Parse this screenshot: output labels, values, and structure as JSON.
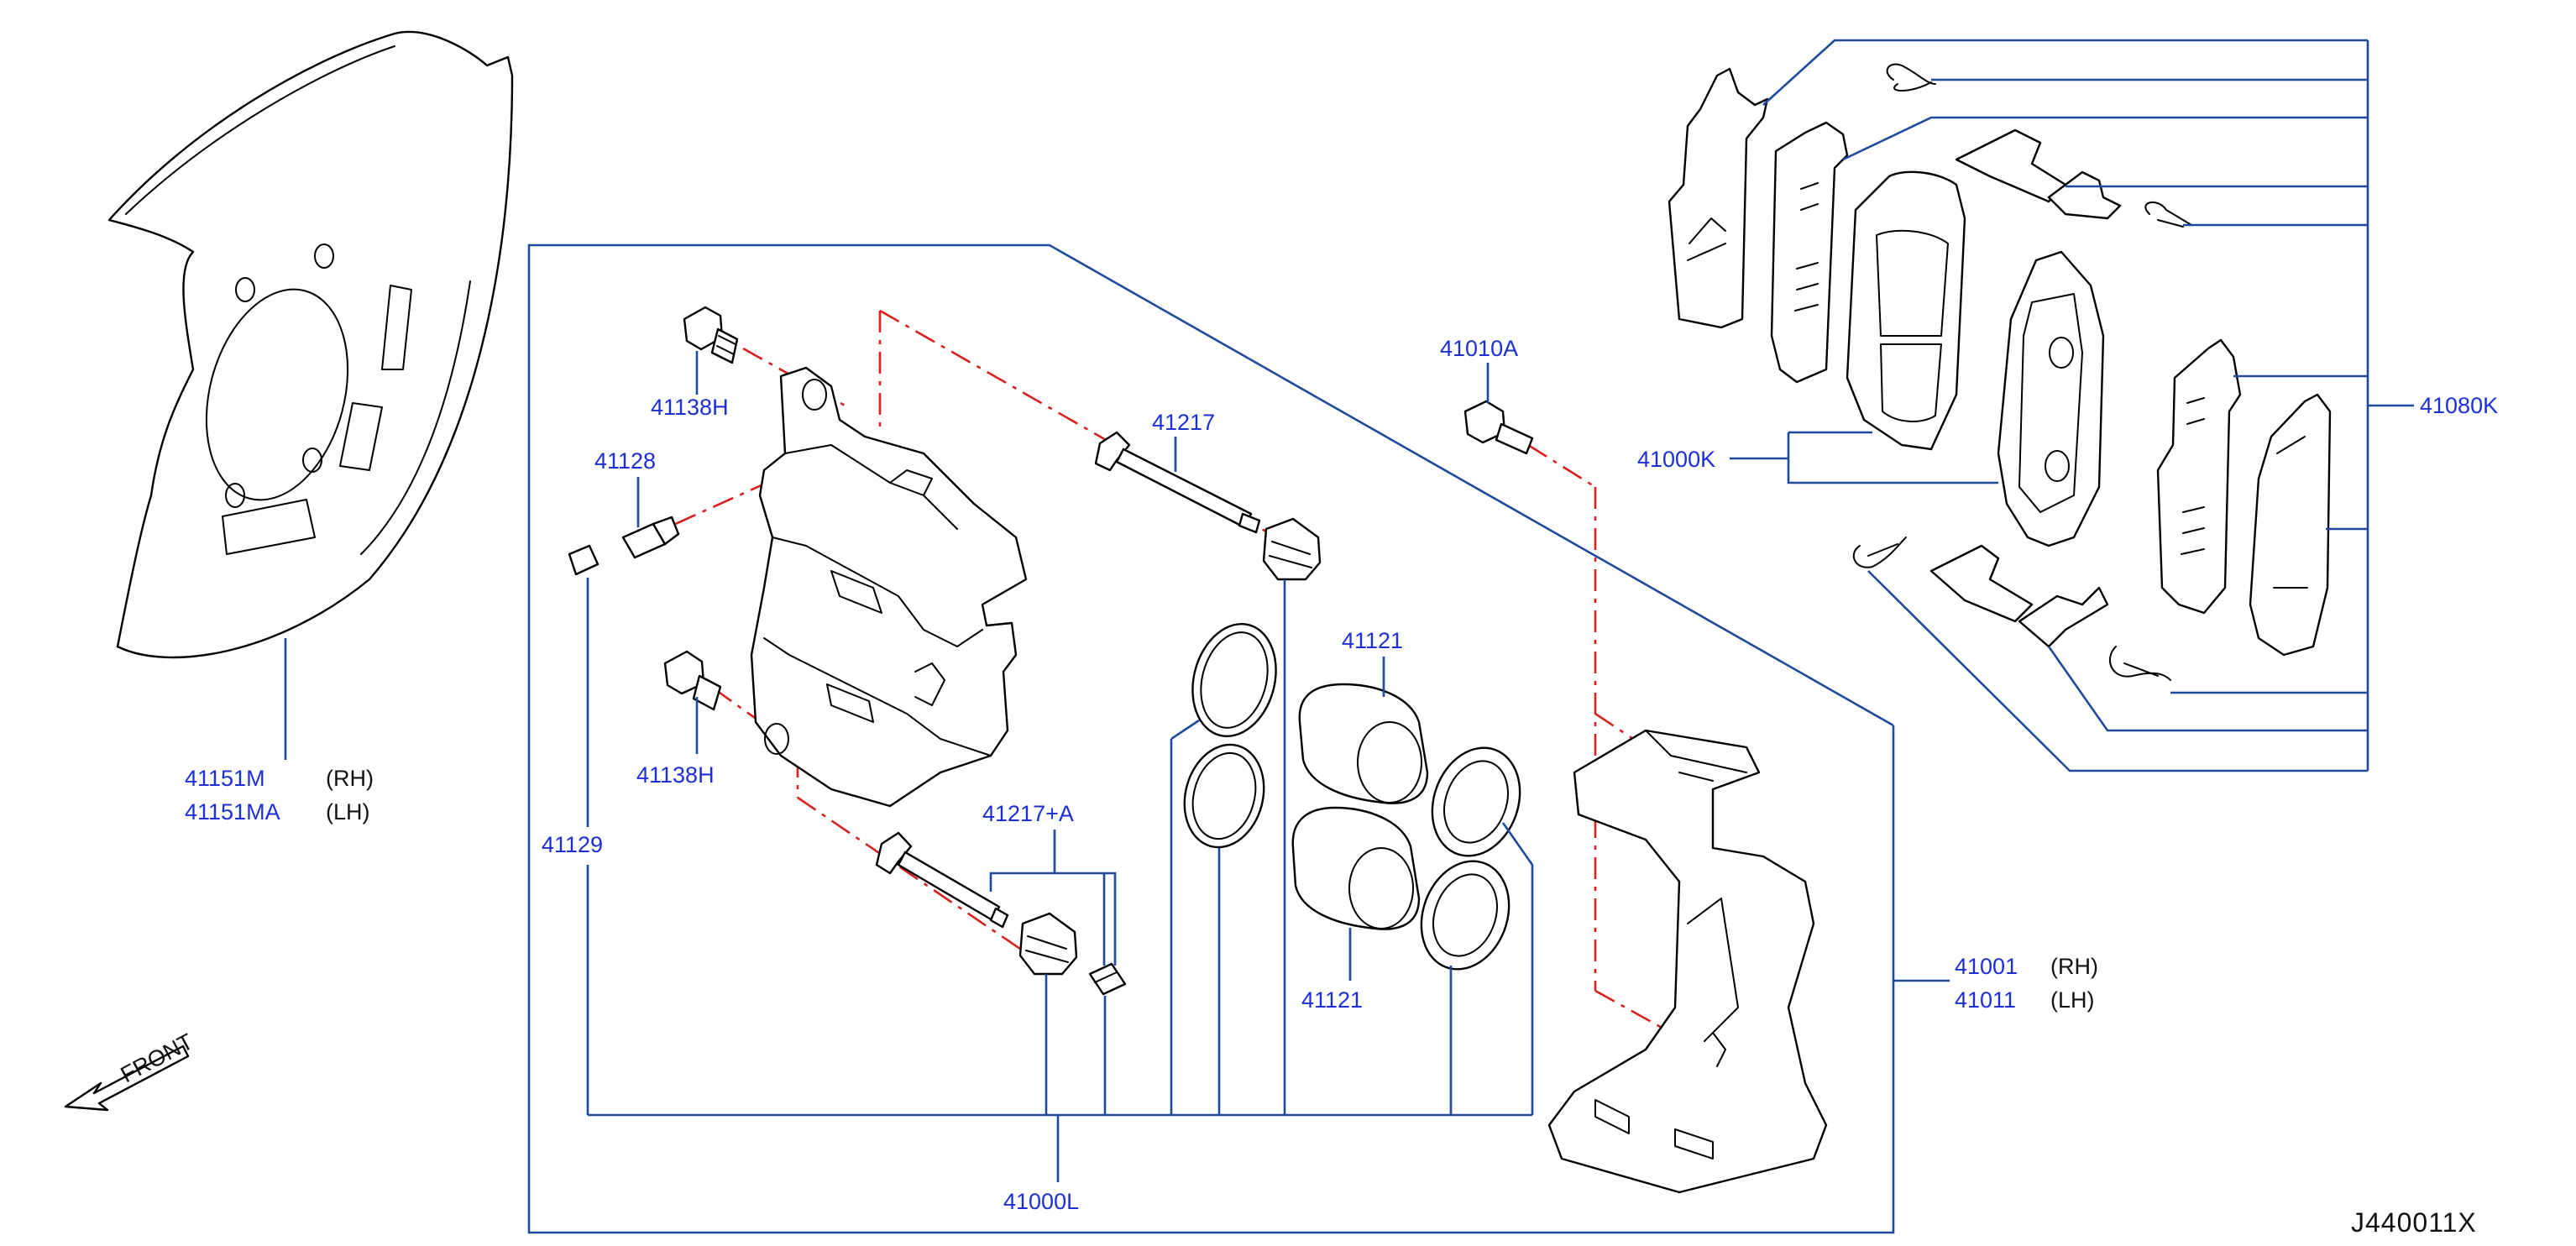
{
  "labels": {
    "shield_rh": "41151M",
    "shield_lh": "41151MA",
    "rh": "(RH)",
    "lh": "(LH)",
    "bolt_upper": "41138H",
    "bolt_lower": "41138H",
    "bleeder": "41128",
    "bleeder_cap": "41129",
    "pin_upper": "41217",
    "pin_lower": "41217+A",
    "piston_upper": "41121",
    "piston_lower": "41121",
    "mount_bolt": "41010A",
    "pad_set": "41000K",
    "pad_kit": "41080K",
    "bracket_rh": "41001",
    "bracket_lh": "41011",
    "caliper": "41000L",
    "front": "FRONT"
  },
  "diagram_code": "J440011X"
}
